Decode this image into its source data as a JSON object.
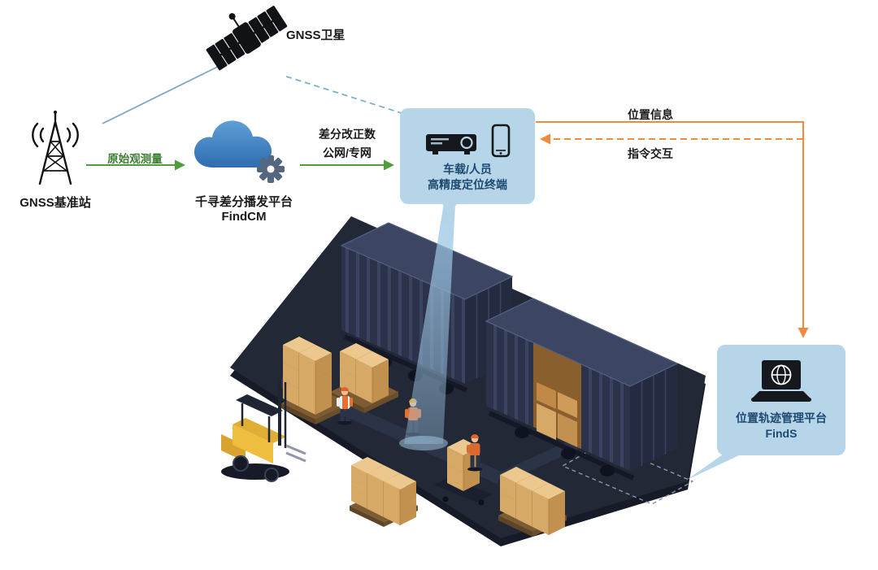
{
  "labels": {
    "satellite": "GNSS卫星",
    "base_station": "GNSS基准站",
    "raw_observation": "原始观测量",
    "cloud_line1": "千寻差分播发平台",
    "cloud_line2": "FindCM",
    "correction_line1": "差分改正数",
    "correction_line2": "公网/专网",
    "terminal_line1": "车载/人员",
    "terminal_line2": "高精度定位终端",
    "position_info": "位置信息",
    "command_interaction": "指令交互",
    "platform_line1": "位置轨迹管理平台",
    "platform_line2": "FindS"
  },
  "icons": {
    "satellite": "gnss-satellite-icon",
    "base_station": "radio-tower-icon",
    "cloud": "cloud-gear-icon",
    "terminal": "receiver-and-smartphone-icon",
    "platform": "laptop-globe-icon"
  },
  "colors": {
    "green_arrow": "#4f9e3d",
    "green_label": "#3b7d33",
    "orange_arrow": "#ef8b3c",
    "blue_line": "#7fa8c8",
    "teal_dashed_line": "#79b2c6",
    "bubble_background": "#b7d5e9",
    "bubble_text": "#1c4a70",
    "cloud_blue": "#3d82c4",
    "container_navy": "#2b3249",
    "platform_dark": "#232837",
    "box_tan": "#d6a866",
    "forklift_yellow": "#f0be3e"
  }
}
